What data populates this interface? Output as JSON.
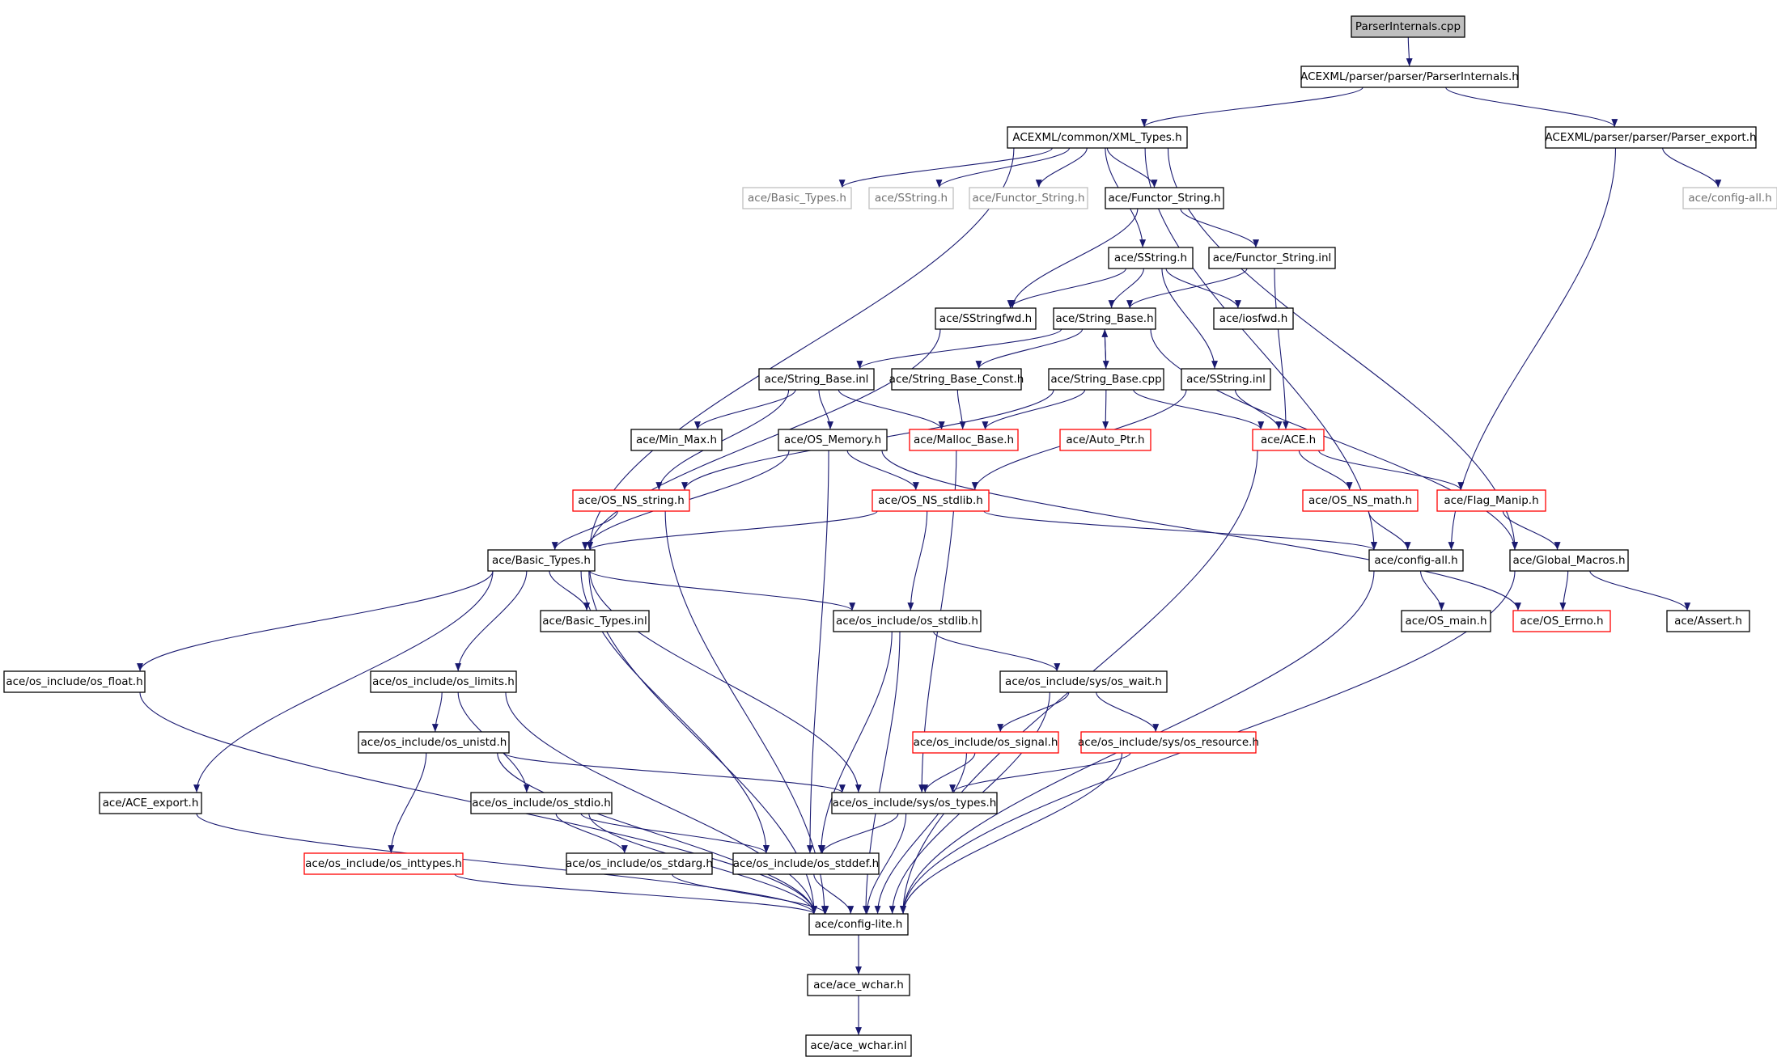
{
  "graph": {
    "nodes": [
      {
        "id": "parserinternals_cpp",
        "label": "ParserInternals.cpp",
        "kind": "root"
      },
      {
        "id": "parserinternals_h",
        "label": "ACEXML/parser/parser/ParserInternals.h",
        "kind": "normal"
      },
      {
        "id": "xml_types_h",
        "label": "ACEXML/common/XML_Types.h",
        "kind": "normal"
      },
      {
        "id": "parser_export_h",
        "label": "ACEXML/parser/parser/Parser_export.h",
        "kind": "normal"
      },
      {
        "id": "ext_basic_types_h",
        "label": "ace/Basic_Types.h",
        "kind": "external"
      },
      {
        "id": "ext_sstring_h",
        "label": "ace/SString.h",
        "kind": "external"
      },
      {
        "id": "ext_functor_string_h",
        "label": "ace/Functor_String.h",
        "kind": "external"
      },
      {
        "id": "functor_string_h",
        "label": "ace/Functor_String.h",
        "kind": "normal"
      },
      {
        "id": "ext_config_all_h",
        "label": "ace/config-all.h",
        "kind": "external"
      },
      {
        "id": "sstring_h",
        "label": "ace/SString.h",
        "kind": "normal"
      },
      {
        "id": "functor_string_inl",
        "label": "ace/Functor_String.inl",
        "kind": "normal"
      },
      {
        "id": "sstringfwd_h",
        "label": "ace/SStringfwd.h",
        "kind": "normal"
      },
      {
        "id": "string_base_h",
        "label": "ace/String_Base.h",
        "kind": "normal"
      },
      {
        "id": "iosfwd_h",
        "label": "ace/iosfwd.h",
        "kind": "normal"
      },
      {
        "id": "string_base_inl",
        "label": "ace/String_Base.inl",
        "kind": "normal"
      },
      {
        "id": "string_base_const_h",
        "label": "ace/String_Base_Const.h",
        "kind": "normal"
      },
      {
        "id": "string_base_cpp",
        "label": "ace/String_Base.cpp",
        "kind": "normal"
      },
      {
        "id": "sstring_inl",
        "label": "ace/SString.inl",
        "kind": "normal"
      },
      {
        "id": "min_max_h",
        "label": "ace/Min_Max.h",
        "kind": "normal"
      },
      {
        "id": "os_memory_h",
        "label": "ace/OS_Memory.h",
        "kind": "normal"
      },
      {
        "id": "malloc_base_h",
        "label": "ace/Malloc_Base.h",
        "kind": "truncated"
      },
      {
        "id": "auto_ptr_h",
        "label": "ace/Auto_Ptr.h",
        "kind": "truncated"
      },
      {
        "id": "ace_h",
        "label": "ace/ACE.h",
        "kind": "truncated"
      },
      {
        "id": "os_ns_string_h",
        "label": "ace/OS_NS_string.h",
        "kind": "truncated"
      },
      {
        "id": "os_ns_stdlib_h",
        "label": "ace/OS_NS_stdlib.h",
        "kind": "truncated"
      },
      {
        "id": "os_ns_math_h",
        "label": "ace/OS_NS_math.h",
        "kind": "truncated"
      },
      {
        "id": "flag_manip_h",
        "label": "ace/Flag_Manip.h",
        "kind": "truncated"
      },
      {
        "id": "basic_types_h",
        "label": "ace/Basic_Types.h",
        "kind": "normal"
      },
      {
        "id": "config_all_h",
        "label": "ace/config-all.h",
        "kind": "normal"
      },
      {
        "id": "global_macros_h",
        "label": "ace/Global_Macros.h",
        "kind": "normal"
      },
      {
        "id": "basic_types_inl",
        "label": "ace/Basic_Types.inl",
        "kind": "normal"
      },
      {
        "id": "os_stdlib_h",
        "label": "ace/os_include/os_stdlib.h",
        "kind": "normal"
      },
      {
        "id": "os_main_h",
        "label": "ace/OS_main.h",
        "kind": "normal"
      },
      {
        "id": "os_errno_h",
        "label": "ace/OS_Errno.h",
        "kind": "truncated"
      },
      {
        "id": "assert_h",
        "label": "ace/Assert.h",
        "kind": "normal"
      },
      {
        "id": "os_float_h",
        "label": "ace/os_include/os_float.h",
        "kind": "normal"
      },
      {
        "id": "os_limits_h",
        "label": "ace/os_include/os_limits.h",
        "kind": "normal"
      },
      {
        "id": "os_wait_h",
        "label": "ace/os_include/sys/os_wait.h",
        "kind": "normal"
      },
      {
        "id": "os_unistd_h",
        "label": "ace/os_include/os_unistd.h",
        "kind": "normal"
      },
      {
        "id": "os_signal_h",
        "label": "ace/os_include/os_signal.h",
        "kind": "truncated"
      },
      {
        "id": "os_resource_h",
        "label": "ace/os_include/sys/os_resource.h",
        "kind": "truncated"
      },
      {
        "id": "ace_export_h",
        "label": "ace/ACE_export.h",
        "kind": "normal"
      },
      {
        "id": "os_stdio_h",
        "label": "ace/os_include/os_stdio.h",
        "kind": "normal"
      },
      {
        "id": "os_types_h",
        "label": "ace/os_include/sys/os_types.h",
        "kind": "normal"
      },
      {
        "id": "os_inttypes_h",
        "label": "ace/os_include/os_inttypes.h",
        "kind": "truncated"
      },
      {
        "id": "os_stdarg_h",
        "label": "ace/os_include/os_stdarg.h",
        "kind": "normal"
      },
      {
        "id": "os_stddef_h",
        "label": "ace/os_include/os_stddef.h",
        "kind": "normal"
      },
      {
        "id": "config_lite_h",
        "label": "ace/config-lite.h",
        "kind": "normal"
      },
      {
        "id": "ace_wchar_h",
        "label": "ace/ace_wchar.h",
        "kind": "normal"
      },
      {
        "id": "ace_wchar_inl",
        "label": "ace/ace_wchar.inl",
        "kind": "normal"
      }
    ],
    "edges": [
      [
        "parserinternals_cpp",
        "parserinternals_h"
      ],
      [
        "parserinternals_h",
        "xml_types_h"
      ],
      [
        "parserinternals_h",
        "parser_export_h"
      ],
      [
        "xml_types_h",
        "ext_basic_types_h"
      ],
      [
        "xml_types_h",
        "ext_sstring_h"
      ],
      [
        "xml_types_h",
        "ext_functor_string_h"
      ],
      [
        "xml_types_h",
        "functor_string_h"
      ],
      [
        "xml_types_h",
        "sstring_h"
      ],
      [
        "xml_types_h",
        "basic_types_h"
      ],
      [
        "xml_types_h",
        "config_all_h"
      ],
      [
        "xml_types_h",
        "global_macros_h"
      ],
      [
        "parser_export_h",
        "ext_config_all_h"
      ],
      [
        "parser_export_h",
        "config_all_h"
      ],
      [
        "functor_string_h",
        "sstringfwd_h"
      ],
      [
        "functor_string_h",
        "functor_string_inl"
      ],
      [
        "functor_string_inl",
        "string_base_h"
      ],
      [
        "functor_string_inl",
        "ace_h"
      ],
      [
        "sstring_h",
        "sstringfwd_h"
      ],
      [
        "sstring_h",
        "string_base_h"
      ],
      [
        "sstring_h",
        "iosfwd_h"
      ],
      [
        "sstring_h",
        "sstring_inl"
      ],
      [
        "sstringfwd_h",
        "basic_types_h"
      ],
      [
        "string_base_h",
        "string_base_inl"
      ],
      [
        "string_base_h",
        "string_base_const_h"
      ],
      [
        "string_base_h",
        "string_base_cpp"
      ],
      [
        "string_base_h",
        "global_macros_h"
      ],
      [
        "string_base_cpp",
        "string_base_h"
      ],
      [
        "string_base_cpp",
        "malloc_base_h"
      ],
      [
        "string_base_cpp",
        "auto_ptr_h"
      ],
      [
        "string_base_cpp",
        "ace_h"
      ],
      [
        "string_base_cpp",
        "os_ns_string_h"
      ],
      [
        "string_base_inl",
        "min_max_h"
      ],
      [
        "string_base_inl",
        "os_memory_h"
      ],
      [
        "string_base_inl",
        "malloc_base_h"
      ],
      [
        "string_base_inl",
        "os_ns_string_h"
      ],
      [
        "string_base_const_h",
        "malloc_base_h"
      ],
      [
        "sstring_inl",
        "ace_h"
      ],
      [
        "sstring_inl",
        "os_ns_stdlib_h"
      ],
      [
        "os_memory_h",
        "os_ns_stdlib_h"
      ],
      [
        "os_memory_h",
        "basic_types_h"
      ],
      [
        "os_memory_h",
        "os_errno_h"
      ],
      [
        "os_memory_h",
        "os_stddef_h"
      ],
      [
        "malloc_base_h",
        "os_types_h"
      ],
      [
        "ace_h",
        "os_ns_math_h"
      ],
      [
        "ace_h",
        "flag_manip_h"
      ],
      [
        "ace_h",
        "config_lite_h"
      ],
      [
        "os_ns_string_h",
        "basic_types_h"
      ],
      [
        "os_ns_string_h",
        "config_lite_h"
      ],
      [
        "os_ns_stdlib_h",
        "basic_types_h"
      ],
      [
        "os_ns_stdlib_h",
        "os_stdlib_h"
      ],
      [
        "os_ns_stdlib_h",
        "config_all_h"
      ],
      [
        "os_ns_math_h",
        "config_all_h"
      ],
      [
        "flag_manip_h",
        "global_macros_h"
      ],
      [
        "basic_types_h",
        "basic_types_inl"
      ],
      [
        "basic_types_h",
        "os_stdlib_h"
      ],
      [
        "basic_types_h",
        "os_float_h"
      ],
      [
        "basic_types_h",
        "os_limits_h"
      ],
      [
        "basic_types_h",
        "ace_export_h"
      ],
      [
        "basic_types_h",
        "os_types_h"
      ],
      [
        "basic_types_h",
        "os_stddef_h"
      ],
      [
        "basic_types_h",
        "config_lite_h"
      ],
      [
        "config_all_h",
        "os_main_h"
      ],
      [
        "config_all_h",
        "config_lite_h"
      ],
      [
        "global_macros_h",
        "os_errno_h"
      ],
      [
        "global_macros_h",
        "assert_h"
      ],
      [
        "global_macros_h",
        "config_lite_h"
      ],
      [
        "os_stdlib_h",
        "os_wait_h"
      ],
      [
        "os_stdlib_h",
        "os_stddef_h"
      ],
      [
        "os_stdlib_h",
        "config_lite_h"
      ],
      [
        "os_wait_h",
        "os_signal_h"
      ],
      [
        "os_wait_h",
        "os_resource_h"
      ],
      [
        "os_wait_h",
        "config_lite_h"
      ],
      [
        "os_signal_h",
        "os_types_h"
      ],
      [
        "os_signal_h",
        "config_lite_h"
      ],
      [
        "os_resource_h",
        "os_types_h"
      ],
      [
        "os_resource_h",
        "config_lite_h"
      ],
      [
        "os_float_h",
        "config_lite_h"
      ],
      [
        "os_limits_h",
        "os_unistd_h"
      ],
      [
        "os_limits_h",
        "os_stdio_h"
      ],
      [
        "os_limits_h",
        "config_lite_h"
      ],
      [
        "os_unistd_h",
        "os_inttypes_h"
      ],
      [
        "os_unistd_h",
        "os_types_h"
      ],
      [
        "os_unistd_h",
        "config_lite_h"
      ],
      [
        "ace_export_h",
        "config_lite_h"
      ],
      [
        "os_stdio_h",
        "os_stdarg_h"
      ],
      [
        "os_stdio_h",
        "os_stddef_h"
      ],
      [
        "os_stdio_h",
        "config_lite_h"
      ],
      [
        "os_inttypes_h",
        "config_lite_h"
      ],
      [
        "os_stdarg_h",
        "config_lite_h"
      ],
      [
        "os_types_h",
        "os_stddef_h"
      ],
      [
        "os_types_h",
        "config_lite_h"
      ],
      [
        "os_stddef_h",
        "config_lite_h"
      ],
      [
        "config_lite_h",
        "ace_wchar_h"
      ],
      [
        "ace_wchar_h",
        "ace_wchar_inl"
      ]
    ]
  },
  "colors": {
    "edge": "#191970",
    "node_border": "#000000",
    "external_border": "#bfbfbf",
    "truncated_border": "#ff0000",
    "root_fill": "#bfbfbf"
  }
}
